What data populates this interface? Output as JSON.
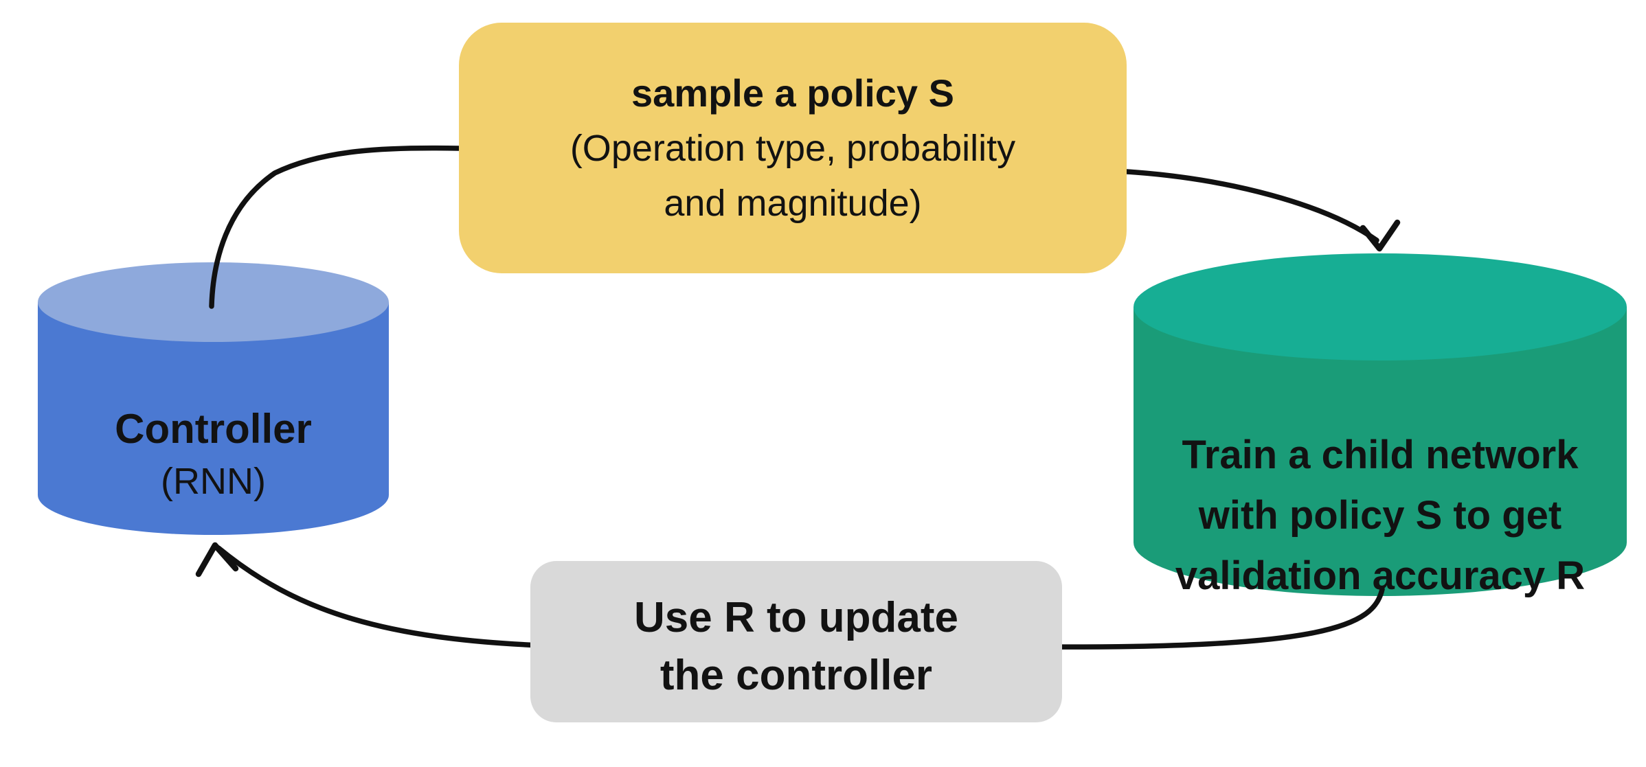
{
  "canvas": {
    "background": "#ffffff",
    "arrow_color": "#111111",
    "text_color": "#121212"
  },
  "nodes": {
    "controller": {
      "shape": "cylinder",
      "body_color": "#4b79d2",
      "top_color": "#8ea9dc",
      "label_lines": [
        "Controller",
        "(RNN)"
      ]
    },
    "sample_policy": {
      "shape": "rounded-rect",
      "fill_color": "#f2d06e",
      "label_lines": [
        "sample a policy S",
        "(Operation type, probability",
        "and magnitude)"
      ]
    },
    "child_network": {
      "shape": "cylinder",
      "body_color": "#1a9c78",
      "top_color": "#17ae94",
      "label_lines": [
        "Train a child network",
        "with policy S to get",
        "validation accuracy R"
      ]
    },
    "update_controller": {
      "shape": "rounded-rect",
      "fill_color": "#d9d9d9",
      "label_lines": [
        "Use R to update",
        "the controller"
      ]
    }
  },
  "arrows": [
    {
      "name": "controller-to-sample",
      "from": "controller",
      "to": "sample_policy",
      "head": "none"
    },
    {
      "name": "sample-to-child",
      "from": "sample_policy",
      "to": "child_network",
      "head": "down"
    },
    {
      "name": "child-to-update",
      "from": "child_network",
      "to": "update_controller",
      "head": "none"
    },
    {
      "name": "update-to-controller",
      "from": "update_controller",
      "to": "controller",
      "head": "up"
    }
  ]
}
